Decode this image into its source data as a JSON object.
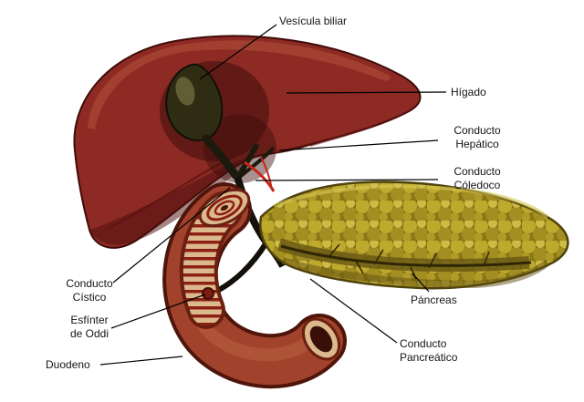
{
  "figure": {
    "description_labels": "Diagrama anatómico del hígado, vesícula biliar, páncreas y duodeno"
  },
  "labels": {
    "vesicula_biliar": "Vesícula biliar",
    "higado": "Hígado",
    "conducto_hepatico": "Conducto\nHepático",
    "conducto_coledoco": "Conducto\nCóledoco",
    "pancreas": "Páncreas",
    "conducto_pancreatico": "Conducto\nPancreático",
    "conducto_cistico": "Conducto\nCístico",
    "esfinter_de_oddi": "Esfínter\nde Oddi",
    "duodeno": "Duodeno"
  },
  "colors": {
    "background": "#ffffff",
    "label_text": "#141414",
    "leader_line": "#000000",
    "liver": "#8e2a24",
    "liver_shadow": "#4a0d0b",
    "gallbladder": "#2f2c14",
    "duct": "#14110a",
    "vessel_red": "#c8241a",
    "pancreas_base": "#8a7616",
    "pancreas_lobule": "#bda92c",
    "duodenum": "#a0422c",
    "duodenum_mucosa": "#dcb98c",
    "duodenum_ridge": "#8c2014"
  }
}
